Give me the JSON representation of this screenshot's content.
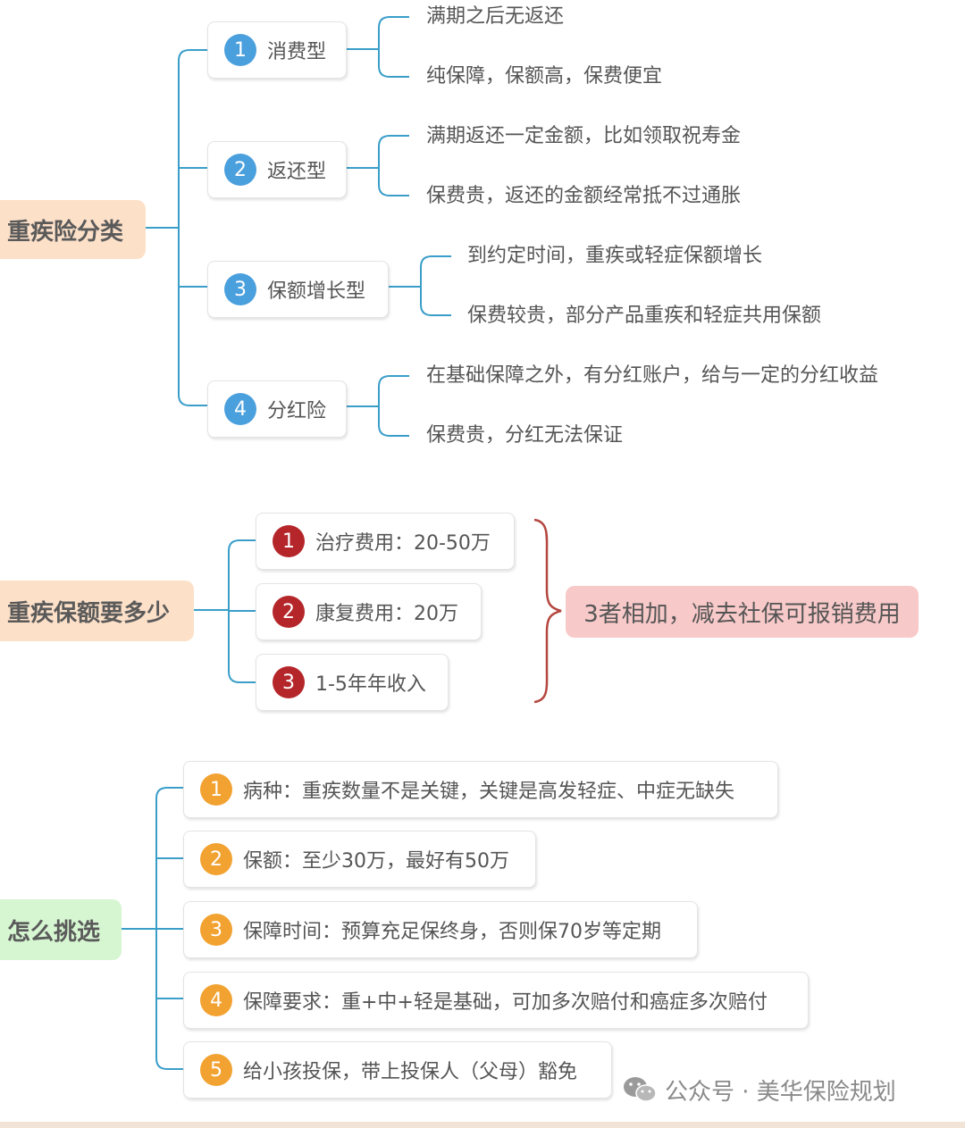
{
  "colors": {
    "line": "#3a9ec9",
    "brace": "#b5473f",
    "root1_bg": "#fde0c8",
    "root2_bg": "#fde0c8",
    "root3_bg": "#d6f6d1",
    "badge_blue": "#4a9fdd",
    "badge_red": "#b5262a",
    "badge_orange": "#f2a230",
    "sum_bg": "#f8c9c9"
  },
  "section1": {
    "root": "重疾险分类",
    "branches": [
      {
        "num": "1",
        "label": "消费型",
        "leaves": [
          "满期之后无返还",
          "纯保障，保额高，保费便宜"
        ]
      },
      {
        "num": "2",
        "label": "返还型",
        "leaves": [
          "满期返还一定金额，比如领取祝寿金",
          "保费贵，返还的金额经常抵不过通胀"
        ]
      },
      {
        "num": "3",
        "label": "保额增长型",
        "leaves": [
          "到约定时间，重疾或轻症保额增长",
          "保费较贵，部分产品重疾和轻症共用保额"
        ]
      },
      {
        "num": "4",
        "label": "分红险",
        "leaves": [
          "在基础保障之外，有分红账户，给与一定的分红收益",
          "保费贵，分红无法保证"
        ]
      }
    ]
  },
  "section2": {
    "root": "重疾保额要多少",
    "branches": [
      {
        "num": "1",
        "label": "治疗费用：20-50万"
      },
      {
        "num": "2",
        "label": "康复费用：20万"
      },
      {
        "num": "3",
        "label": "1-5年年收入"
      }
    ],
    "summary": "3者相加，减去社保可报销费用"
  },
  "section3": {
    "root": "怎么挑选",
    "branches": [
      {
        "num": "1",
        "label": "病种：重疾数量不是关键，关键是高发轻症、中症无缺失"
      },
      {
        "num": "2",
        "label": "保额：至少30万，最好有50万"
      },
      {
        "num": "3",
        "label": "保障时间：预算充足保终身，否则保70岁等定期"
      },
      {
        "num": "4",
        "label": "保障要求：重+中+轻是基础，可加多次赔付和癌症多次赔付"
      },
      {
        "num": "5",
        "label": "给小孩投保，带上投保人（父母）豁免"
      }
    ]
  },
  "watermark": {
    "text": "公众号 · 美华保险规划",
    "icon": "wechat-icon"
  }
}
